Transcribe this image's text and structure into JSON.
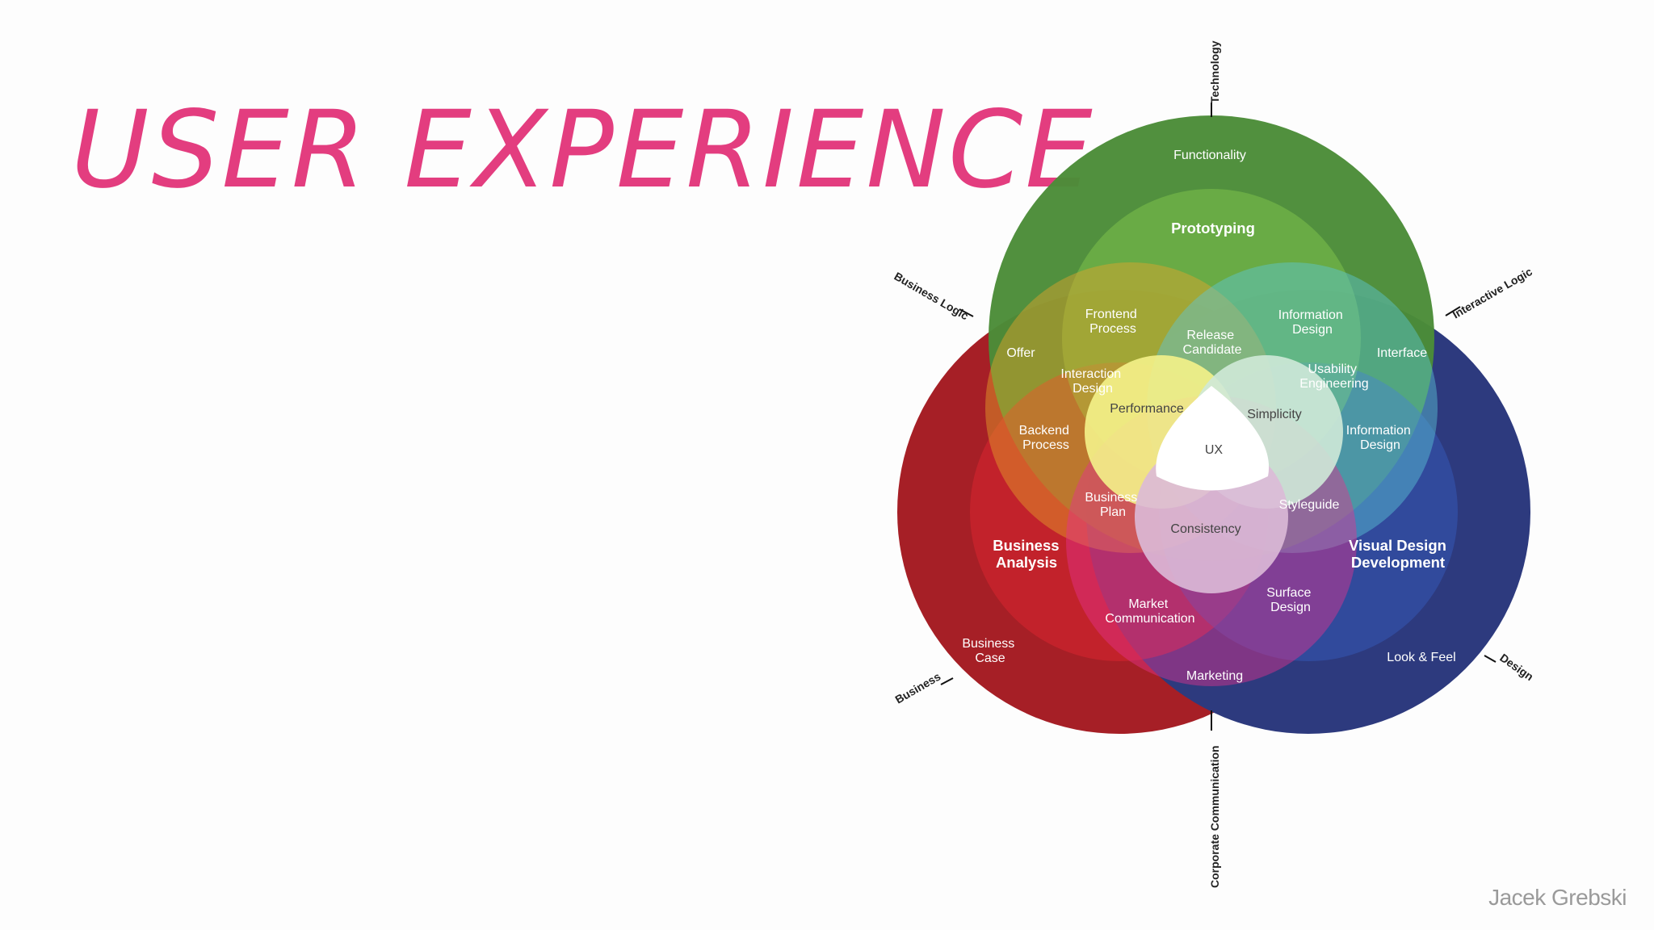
{
  "page": {
    "title": "USER EXPERIENCE",
    "author": "Jacek Grebski"
  },
  "colors": {
    "title": "#e33d7f",
    "technology": "#4e9a3c",
    "business": "#c3252c",
    "design": "#2f3f8f",
    "core": "#ffffff"
  },
  "diagram": {
    "axes": {
      "technology": "Technology",
      "business_logic": "Business Logic",
      "interactive_logic": "Interactive Logic",
      "business": "Business",
      "design": "Design",
      "corporate_communication": "Corporate Communication"
    },
    "regions": {
      "functionality": "Functionality",
      "prototyping": "Prototyping",
      "offer": "Offer",
      "frontend_process": [
        "Frontend",
        "Process"
      ],
      "release_candidate": [
        "Release",
        "Candidate"
      ],
      "information_design_top": [
        "Information",
        "Design"
      ],
      "interface": "Interface",
      "interaction_design": [
        "Interaction",
        "Design"
      ],
      "usability_engineering": [
        "Usability",
        "Engineering"
      ],
      "performance": "Performance",
      "simplicity": "Simplicity",
      "backend_process": [
        "Backend",
        "Process"
      ],
      "information_design_right": [
        "Information",
        "Design"
      ],
      "ux": "UX",
      "business_plan": [
        "Business",
        "Plan"
      ],
      "styleguide": "Styleguide",
      "consistency": "Consistency",
      "business_analysis": [
        "Business",
        "Analysis"
      ],
      "visual_design_development": [
        "Visual Design",
        "Development"
      ],
      "market_communication": [
        "Market",
        "Communication"
      ],
      "surface_design": [
        "Surface",
        "Design"
      ],
      "business_case": [
        "Business",
        "Case"
      ],
      "look_and_feel": "Look & Feel",
      "marketing": "Marketing"
    }
  }
}
